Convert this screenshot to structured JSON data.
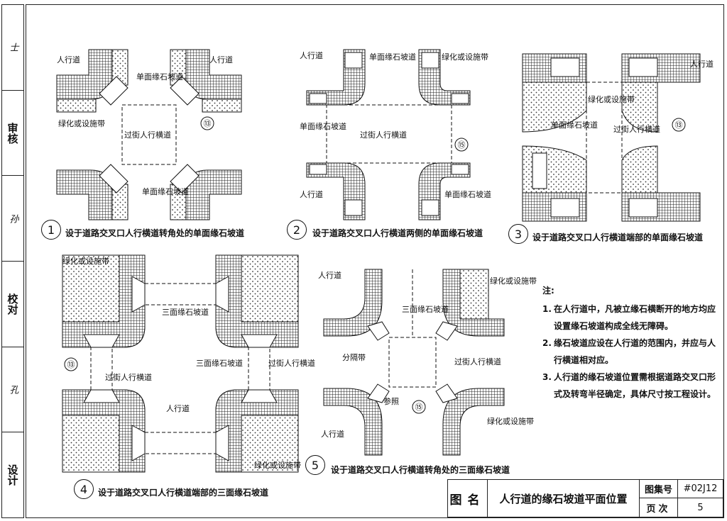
{
  "sidebar": {
    "cells": [
      "设计",
      "校对",
      "审核"
    ],
    "signatures": [
      "孔",
      "孙",
      "士"
    ]
  },
  "labels": {
    "sidewalk": "人行道",
    "green_belt": "绿化或设施带",
    "single_ramp": "单面缘石坡道",
    "triple_ramp": "三面缘石坡道",
    "crossing": "过街人行横道",
    "median": "分隔带",
    "ref": "参照"
  },
  "diagrams": [
    {
      "num": "1",
      "caption": "设于道路交叉口人行横道转角处的单面缘石坡道"
    },
    {
      "num": "2",
      "caption": "设于道路交叉口人行横道两侧的单面缘石坡道"
    },
    {
      "num": "3",
      "caption": "设于道路交叉口人行横道端部的单面缘石坡道"
    },
    {
      "num": "4",
      "caption": "设于道路交叉口人行横道端部的三面缘石坡道"
    },
    {
      "num": "5",
      "caption": "设于道路交叉口人行横道转角处的三面缘石坡道"
    }
  ],
  "ref_marks": [
    "⑬",
    "⑮",
    "⑬",
    "⑬",
    "⑮"
  ],
  "notes": {
    "title": "注:",
    "items": [
      {
        "no": "1.",
        "text": "在人行道中，凡被立缘石横断开的地方均应设置缘石坡道构成全线无障碍。"
      },
      {
        "no": "2.",
        "text": "缘石坡道应设在人行道的范围内，并应与人行横道相对应。"
      },
      {
        "no": "3.",
        "text": "人行道的缘石坡道位置需根据道路交叉口形式及转弯半径确定，具体尺寸按工程设计。"
      }
    ]
  },
  "title_block": {
    "name_label": "图名",
    "title": "人行道的缘石坡道平面位置",
    "atlas_label": "图集号",
    "atlas_no": "#02J12",
    "page_label": "页次",
    "page_no": "5"
  }
}
